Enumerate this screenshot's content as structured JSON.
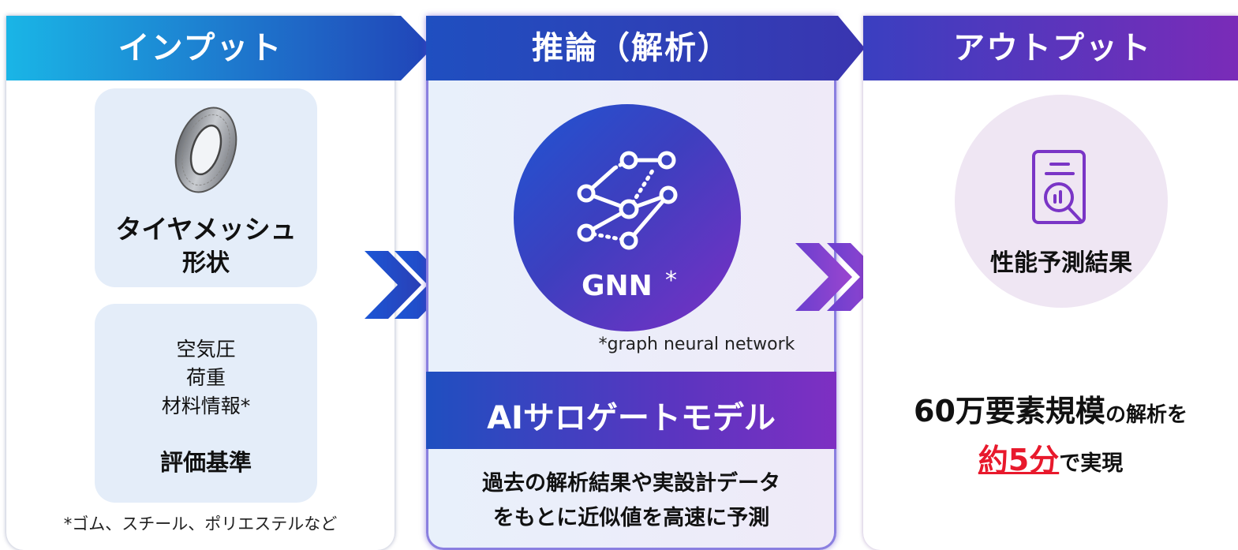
{
  "input": {
    "header": "インプット",
    "mesh_line1": "タイヤメッシュ",
    "mesh_line2": "形状",
    "params": [
      "空気圧",
      "荷重",
      "材料情報*"
    ],
    "criteria": "評価基準",
    "footnote": "*ゴム、スチール、ポリエステルなど",
    "icon": "tire-icon"
  },
  "inference": {
    "header": "推論（解析）",
    "gnn_label": "GNN",
    "gnn_star": "*",
    "gnn_footnote": "*graph neural network",
    "model_title": "AIサロゲートモデル",
    "desc_line1": "過去の解析結果や実設計データ",
    "desc_line2": "をもとに近似値を高速に予測",
    "icon": "network-graph-icon"
  },
  "output": {
    "header": "アウトプット",
    "result_label": "性能予測結果",
    "summary_big": "60万要素規模",
    "summary_small": "の解析を",
    "highlight": "約5分",
    "highlight_suffix": "で実現",
    "icon": "report-search-icon"
  },
  "colors": {
    "header_blue": "#1d5fc4",
    "header_purple": "#6a2bbf",
    "highlight_red": "#e8192c",
    "chevron_blue": "#1f4fc8",
    "chevron_purple": "#8a3fd0"
  }
}
